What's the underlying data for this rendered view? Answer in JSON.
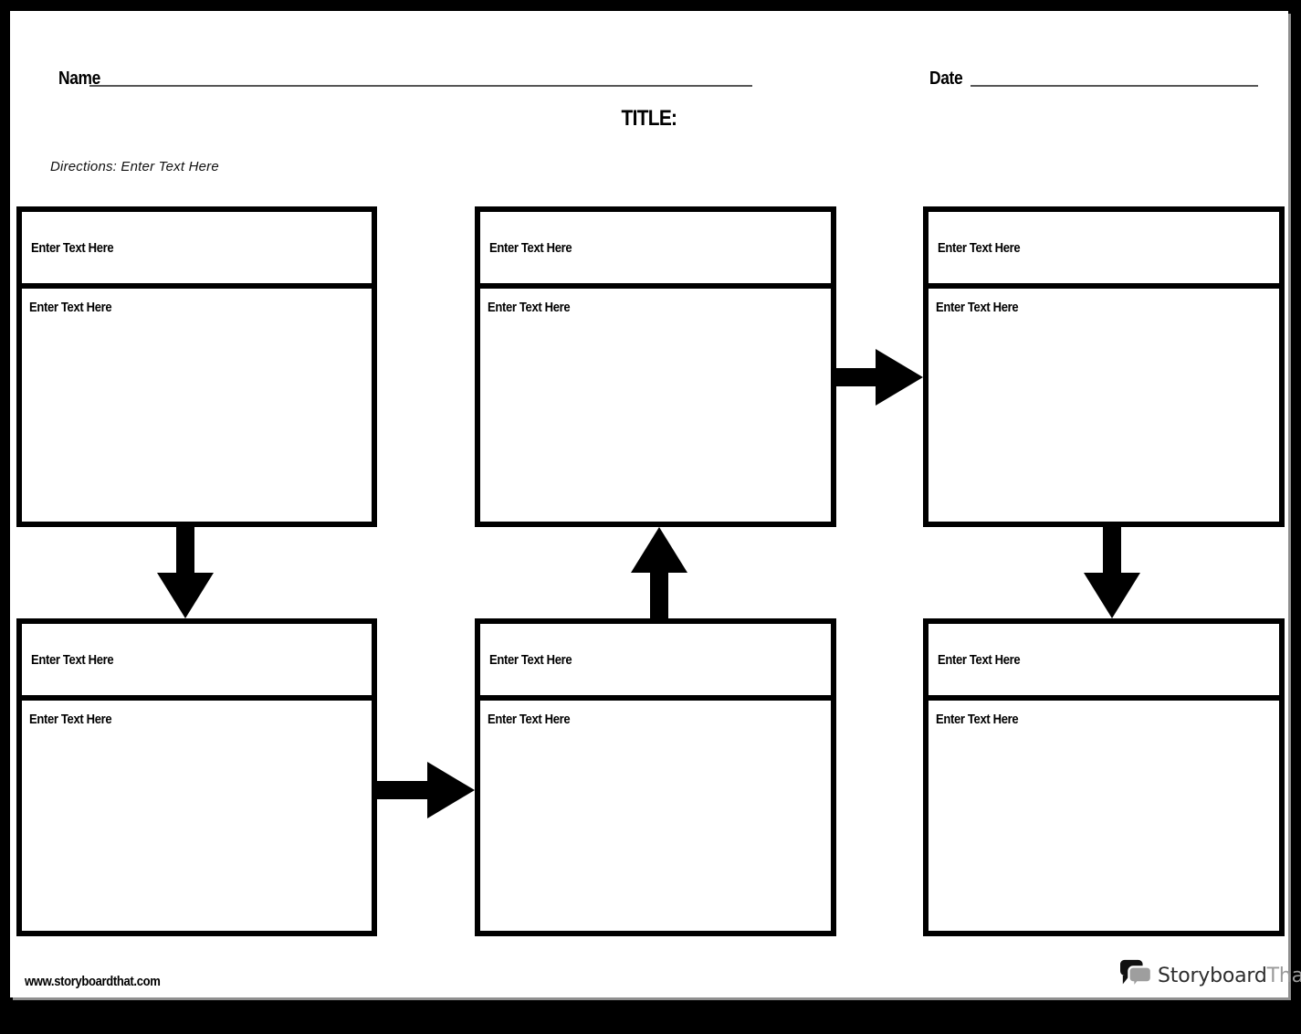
{
  "header": {
    "name_label": "Name",
    "date_label": "Date",
    "title": "TITLE:",
    "directions": "Directions: Enter Text Here"
  },
  "boxes": [
    {
      "position": "top-left",
      "header": "Enter Text Here",
      "body": "Enter Text Here"
    },
    {
      "position": "top-middle",
      "header": "Enter Text Here",
      "body": "Enter Text Here"
    },
    {
      "position": "top-right",
      "header": "Enter Text Here",
      "body": "Enter Text Here"
    },
    {
      "position": "bottom-left",
      "header": "Enter Text Here",
      "body": "Enter Text Here"
    },
    {
      "position": "bottom-middle",
      "header": "Enter Text Here",
      "body": "Enter Text Here"
    },
    {
      "position": "bottom-right",
      "header": "Enter Text Here",
      "body": "Enter Text Here"
    }
  ],
  "arrows": [
    {
      "direction": "down",
      "from": "top-left",
      "to": "bottom-left"
    },
    {
      "direction": "right",
      "from": "bottom-left",
      "to": "bottom-middle"
    },
    {
      "direction": "up",
      "from": "bottom-middle",
      "to": "top-middle"
    },
    {
      "direction": "right",
      "from": "top-middle",
      "to": "top-right"
    },
    {
      "direction": "down",
      "from": "top-right",
      "to": "bottom-right"
    }
  ],
  "footer": {
    "url": "www.storyboardthat.com",
    "logo_text_primary": "Storyboard",
    "logo_text_secondary": "That"
  },
  "colors": {
    "frame": "#000000",
    "page": "#ffffff",
    "box_border": "#000000",
    "arrow": "#000000",
    "underline": "#565656",
    "logo_primary": "#2e2e2e",
    "logo_secondary": "#9a9a9a"
  }
}
